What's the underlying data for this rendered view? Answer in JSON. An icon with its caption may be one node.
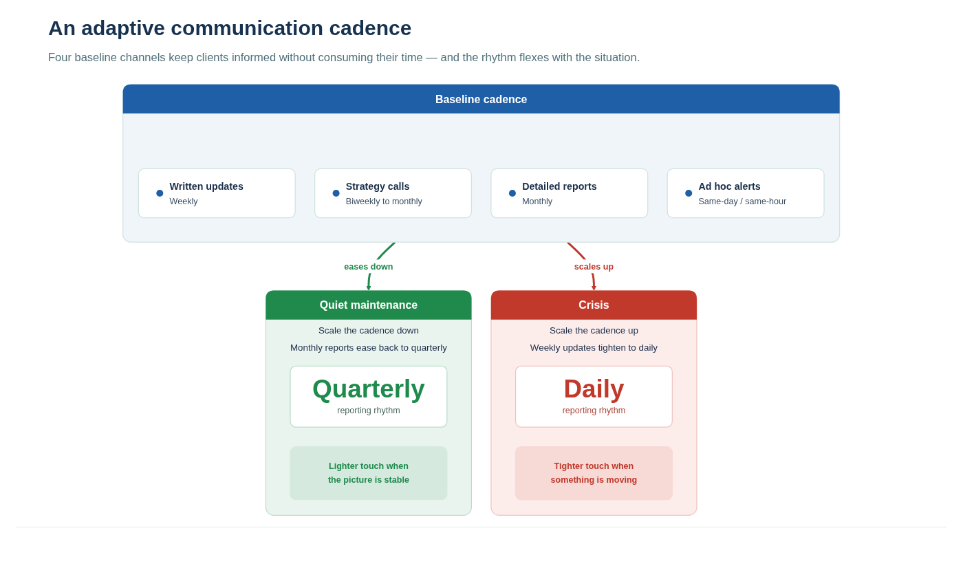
{
  "diagram": {
    "title": "An adaptive communication cadence",
    "nodes": [
      {
        "text": [
          "Quiet maintenance",
          "Scale the cadence down",
          "Monthly reports ease back to quarterly"
        ]
      },
      {
        "text": [
          "Quarterly",
          "reporting rhythm"
        ],
        "in": 0
      },
      {
        "text": [
          "Lighter touch when the picture is stable"
        ],
        "in": 0
      },
      {
        "text": [
          "Baseline cadence"
        ]
      },
      {
        "text": [
          "Written updates",
          "Weekly"
        ],
        "in": 3
      },
      {
        "text": [
          "Strategy calls",
          "Biweekly to monthly"
        ],
        "in": 3
      },
      {
        "text": [
          "Detailed reports",
          "Monthly"
        ],
        "in": 3
      },
      {
        "text": [
          "Ad hoc alerts",
          "Same-day / same-hour"
        ],
        "in": 3
      },
      {
        "text": [
          "Crisis",
          "Scale the cadence up",
          "Weekly updates tighten to daily"
        ]
      },
      {
        "text": [
          "Daily",
          "reporting rhythm"
        ],
        "in": 8
      },
      {
        "text": [
          "Tighter touch when something is moving"
        ],
        "in": 8
      }
    ],
    "edges": [
      {
        "from": 3,
        "to": 0,
        "arrow": "to",
        "label": "eases down",
        "color": "#1e8a4c"
      },
      {
        "from": 3,
        "to": 8,
        "arrow": "to",
        "label": "scales up",
        "color": "#c0392b"
      }
    ],
    "labels": [
      "Four baseline channels keep clients informed without consuming their time — and the rhythm flexes with the situation."
    ]
  }
}
